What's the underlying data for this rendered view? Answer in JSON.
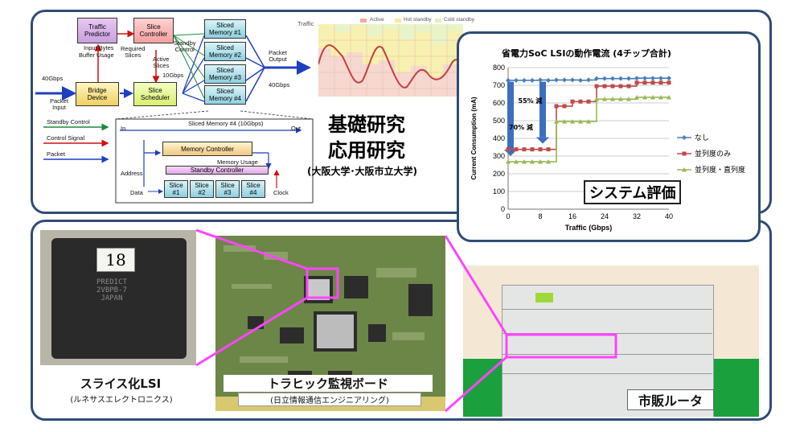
{
  "diagram": {
    "traffic_predictor": "Traffic\nPredictor",
    "slice_controller": "Slice\nController",
    "bridge_device": "Bridge\nDevice",
    "slice_scheduler": "Slice\nScheduler",
    "sliced_memories": [
      "Sliced\nMemory #1",
      "Sliced\nMemory #2",
      "Sliced\nMemory #3",
      "Sliced\nMemory #4"
    ],
    "label_input_bytes": "Input Bytes",
    "label_buffer_usage": "Buffer Usage",
    "label_required_slices": "Required\nSlices",
    "label_active_slices": "Active\nSlices",
    "label_standby_control": "Standby\nControl",
    "label_10gbps": "10Gbps",
    "label_40gbps_in": "40Gbps",
    "label_packet_input": "Packet\nInput",
    "label_packet_output": "Packet\nOutput",
    "label_40gbps_out": "40Gbps",
    "legend_standby_control": "Standby Control",
    "legend_control_signal": "Control Signal",
    "legend_packet": "Packet",
    "detail_title": "Sliced Memory #4 (10Gbps)",
    "detail_in": "In",
    "detail_out": "Out",
    "memory_controller": "Memory Controller",
    "memory_usage": "Memory Usage",
    "standby_controller": "Standby Controller",
    "address": "Address",
    "data": "Data",
    "clock": "Clock",
    "slices": [
      "Slice\n#1",
      "Slice\n#2",
      "Slice\n#3",
      "Slice\n#4"
    ]
  },
  "traffic_legend": {
    "traffic": "Traffic",
    "active": "Active",
    "hot_standby": "Hot standby",
    "cold_standby": "Cold standby"
  },
  "research": {
    "line1": "基礎研究",
    "line2": "応用研究",
    "affiliation": "(大阪大学･大阪市立大学)"
  },
  "chart_data": {
    "type": "line",
    "title": "省電力SoC LSIの動作電流 (4チップ合計)",
    "xlabel": "Traffic (Gbps)",
    "ylabel": "Current Consumption (mA)",
    "xlim": [
      0,
      40
    ],
    "ylim": [
      0,
      800
    ],
    "xticks": [
      0,
      8,
      16,
      24,
      32,
      40
    ],
    "yticks": [
      0,
      100,
      200,
      300,
      400,
      500,
      600,
      700,
      800
    ],
    "grid": true,
    "legend_position": "right",
    "series": [
      {
        "name": "なし",
        "color": "#4a7ebb",
        "marker": "diamond",
        "x": [
          0,
          2,
          4,
          6,
          8,
          10,
          12,
          14,
          16,
          18,
          20,
          22,
          24,
          26,
          28,
          30,
          32,
          34,
          36,
          38,
          40
        ],
        "y": [
          728,
          728,
          728,
          728,
          730,
          728,
          730,
          730,
          730,
          728,
          730,
          738,
          738,
          738,
          738,
          738,
          740,
          740,
          740,
          740,
          740
        ]
      },
      {
        "name": "並列度のみ",
        "color": "#be4b48",
        "marker": "square",
        "x": [
          0,
          2,
          4,
          6,
          8,
          10,
          12,
          14,
          16,
          18,
          20,
          22,
          24,
          26,
          28,
          30,
          32,
          34,
          36,
          38,
          40
        ],
        "y": [
          338,
          338,
          338,
          338,
          338,
          338,
          582,
          582,
          608,
          608,
          608,
          695,
          695,
          695,
          695,
          695,
          715,
          715,
          715,
          715,
          715
        ]
      },
      {
        "name": "並列度・直列度",
        "color": "#98b954",
        "marker": "triangle",
        "x": [
          0,
          2,
          4,
          6,
          8,
          10,
          12,
          14,
          16,
          18,
          20,
          22,
          24,
          26,
          28,
          30,
          32,
          34,
          36,
          38,
          40
        ],
        "y": [
          268,
          268,
          268,
          268,
          268,
          268,
          495,
          495,
          495,
          495,
          495,
          622,
          622,
          622,
          622,
          622,
          632,
          632,
          632,
          632,
          632
        ]
      }
    ],
    "annotations": [
      "70% 減",
      "55% 減"
    ]
  },
  "system_eval": "システム評価",
  "photos": {
    "lsi_caption": "スライス化LSI",
    "lsi_sub": "(ルネサスエレクトロニクス)",
    "lsi_chip_number": "18",
    "lsi_chip_text": "PREDICT\n2VBPB-7\nJAPAN",
    "board_caption": "トラヒック監視ボード",
    "board_sub": "(日立情報通信エンジニアリング)",
    "router_caption": "市販ルータ"
  },
  "colors": {
    "panel_border": "#2f4c74",
    "highlight": "#ff44ff",
    "series_blue": "#4a7ebb",
    "series_red": "#be4b48",
    "series_green": "#98b954"
  }
}
